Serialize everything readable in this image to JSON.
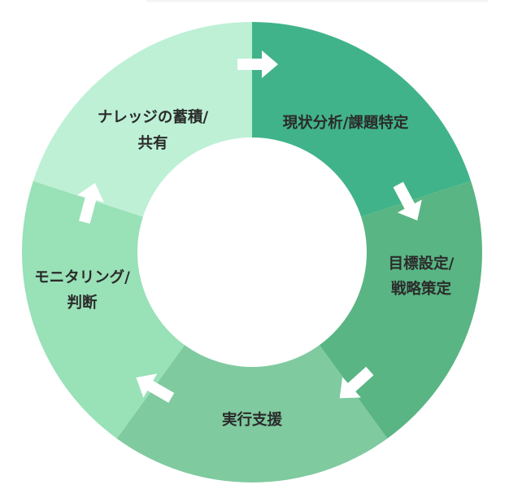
{
  "diagram": {
    "type": "cycle",
    "segments": [
      {
        "id": "analysis",
        "lines": [
          "現状分析/課題特定"
        ],
        "color": "#41b38a"
      },
      {
        "id": "strategy",
        "lines": [
          "目標設定/",
          "戦略策定"
        ],
        "color": "#59b583"
      },
      {
        "id": "execution",
        "lines": [
          "実行支援"
        ],
        "color": "#7fca9f"
      },
      {
        "id": "monitoring",
        "lines": [
          "モニタリング/",
          "判断"
        ],
        "color": "#99e1b7"
      },
      {
        "id": "knowledge",
        "lines": [
          "ナレッジの蓄積/",
          "共有"
        ],
        "color": "#bdf0d5"
      }
    ],
    "arrow_color": "#ffffff",
    "center_color": "#ffffff"
  }
}
